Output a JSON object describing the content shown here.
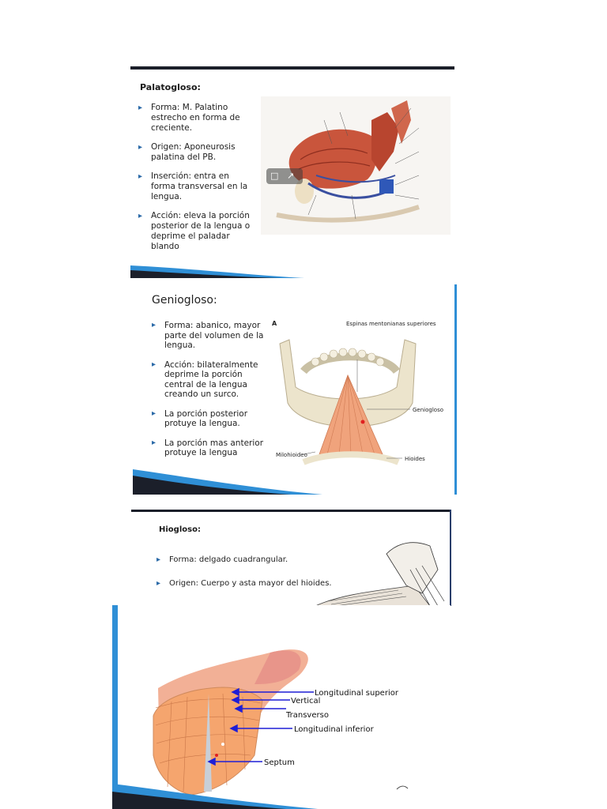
{
  "slide1": {
    "title": "Palatogloso:",
    "bullets": [
      "Forma: M. Palatino estrecho en forma de creciente.",
      "Origen: Aponeurosis palatina del PB.",
      "Inserción: entra en forma transversal en la lengua.",
      "Acción: eleva la porción posterior de la lengua o deprime el paladar blando"
    ]
  },
  "slide2": {
    "title": "Geniogloso:",
    "bullets": [
      "Forma: abanico, mayor parte del volumen de la lengua.",
      "Acción: bilateralmente deprime la porción central de la lengua creando un surco.",
      "La porción posterior protuye la lengua.",
      "La porción mas anterior protuye la lengua"
    ],
    "figure": {
      "panel_letter": "A",
      "label_espinas": "Espinas mentonianas superiores",
      "label_geniogloso": "Geniogloso",
      "label_milohioideo": "Milohioideo",
      "label_hioides": "Hioides"
    }
  },
  "slide3": {
    "title": "Hiogloso:",
    "bullets": [
      "Forma: delgado cuadrangular.",
      "Origen: Cuerpo y asta mayor del hioides."
    ]
  },
  "slide4": {
    "labels": {
      "longitudinal_superior": "Longitudinal superior",
      "vertical": "Vertical",
      "transverso": "Transverso",
      "longitudinal_inferior": "Longitudinal inferior",
      "septum": "Septum"
    },
    "arrow_color": "#1f1fd6"
  },
  "colors": {
    "accent_blue": "#2f8fd6",
    "dark": "#1b1f2a",
    "muscle": "#c9553c",
    "tongue": "#f1a57a"
  }
}
